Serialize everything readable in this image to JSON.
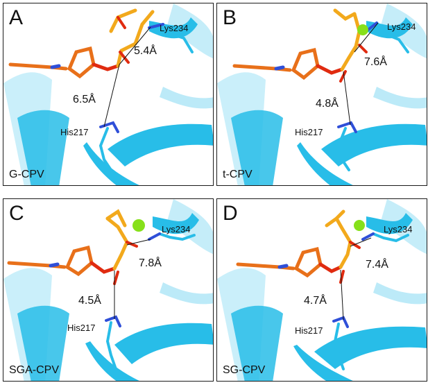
{
  "colors": {
    "ribbon": "#28bde8",
    "ribbon_light": "#9fe1f5",
    "carbon": "#e8701a",
    "phosphorus": "#f2a91c",
    "oxygen": "#e02b10",
    "nitrogen": "#2f4fd8",
    "ion": "#86e01a",
    "line": "#111111"
  },
  "panels": [
    {
      "letter": "A",
      "name": "G-CPV",
      "residue_top": "Lys234",
      "residue_bottom": "His217",
      "distance_top": "5.4Å",
      "distance_bottom": "6.5Å",
      "ion": false
    },
    {
      "letter": "B",
      "name": "t-CPV",
      "residue_top": "Lys234",
      "residue_bottom": "His217",
      "distance_top": "7.6Å",
      "distance_bottom": "4.8Å",
      "ion": true
    },
    {
      "letter": "C",
      "name": "SGA-CPV",
      "residue_top": "Lys234",
      "residue_bottom": "His217",
      "distance_top": "7.8Å",
      "distance_bottom": "4.5Å",
      "ion": true
    },
    {
      "letter": "D",
      "name": "SG-CPV",
      "residue_top": "Lys234",
      "residue_bottom": "His217",
      "distance_top": "7.4Å",
      "distance_bottom": "4.7Å",
      "ion": true
    }
  ]
}
